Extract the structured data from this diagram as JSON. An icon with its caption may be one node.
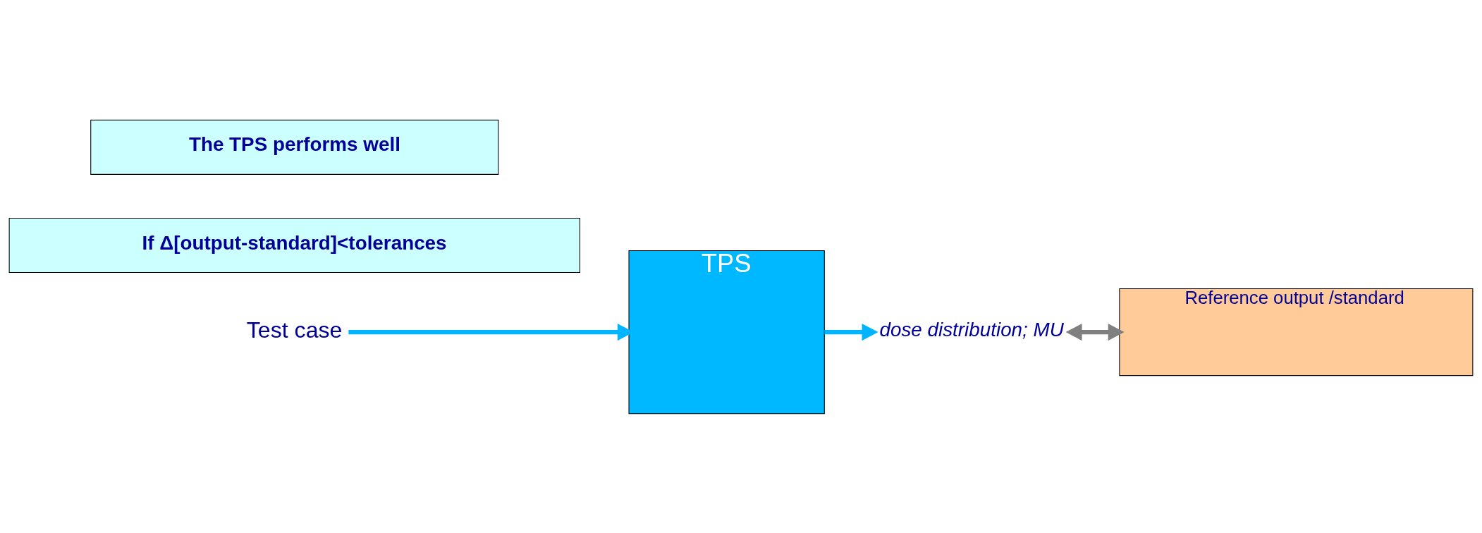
{
  "diagram": {
    "nodes": [
      {
        "text": [
          "Test case"
        ]
      },
      {
        "text": [
          "TPS"
        ]
      },
      {
        "text": [
          "dose distribution; MU"
        ]
      },
      {
        "text": [
          "Reference output /standard"
        ]
      },
      {
        "text": [
          "If Δ[output-standard]<tolerances"
        ]
      },
      {
        "text": [
          "The TPS performs well"
        ]
      }
    ],
    "edges": [
      {
        "from": 0,
        "to": 1,
        "arrow": "to"
      },
      {
        "from": 1,
        "to": 2,
        "arrow": "to"
      },
      {
        "from": 2,
        "to": 3,
        "arrow": "both",
        "color": "#808080"
      }
    ]
  }
}
